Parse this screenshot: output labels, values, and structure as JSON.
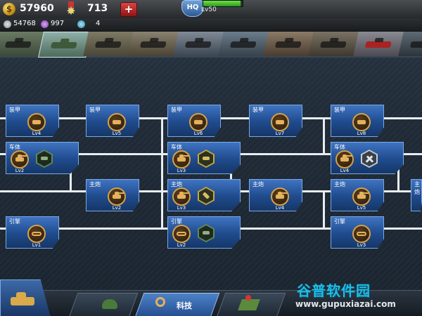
{
  "hud": {
    "gold": "57960",
    "medals": "713",
    "hq_badge": "HQ",
    "hq_level": "Lv50",
    "hq_progress": 0.95,
    "resource1": "54768",
    "resource2": "997",
    "resource3": "4"
  },
  "tech_tree": {
    "labels": {
      "armor": "装甲",
      "chassis": "车体",
      "main_gun": "主炮",
      "engine": "引擎"
    },
    "levels": [
      "Lv1",
      "Lv2",
      "Lv3",
      "Lv4",
      "Lv5",
      "Lv6",
      "Lv7",
      "Lv8"
    ]
  },
  "bottom_nav": {
    "tech_label": "科技"
  },
  "watermark": {
    "title": "谷普软件园",
    "url": "www.gupuxiazai.com"
  },
  "colors": {
    "card_blue": "#2a5aa6",
    "gold_ring": "#d4a24a",
    "hq_bar_green": "#4fc13a",
    "watermark_cyan": "#1fbde6"
  }
}
